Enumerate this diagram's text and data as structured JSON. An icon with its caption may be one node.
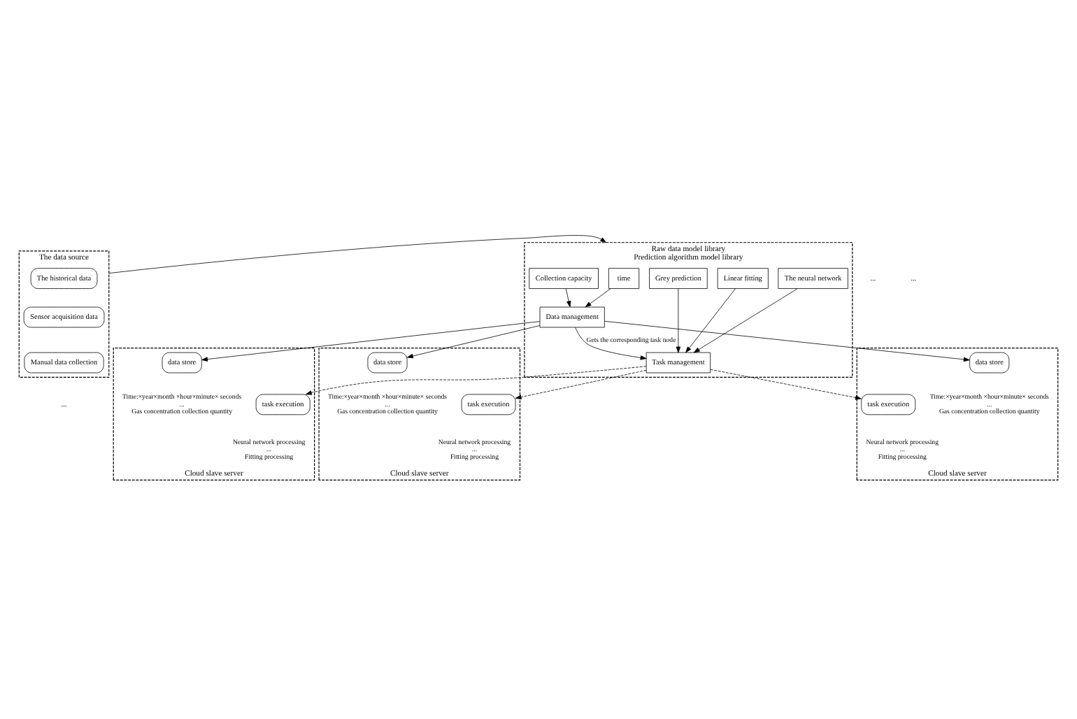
{
  "diagram": {
    "nodes": [
      {
        "text": [
          "The data source"
        ]
      },
      {
        "text": [
          "The historical data"
        ],
        "in": 0
      },
      {
        "text": [
          "Sensor acquisition data"
        ],
        "in": 0
      },
      {
        "text": [
          "Manual data collection"
        ],
        "in": 0
      },
      {
        "text": [
          "Raw data model library",
          "Prediction algorithm model library"
        ]
      },
      {
        "text": [
          "time"
        ],
        "in": 4
      },
      {
        "text": [
          "Collection capacity"
        ],
        "in": 4
      },
      {
        "text": [
          "The neural network"
        ],
        "in": 4
      },
      {
        "text": [
          "Linear fitting"
        ],
        "in": 4
      },
      {
        "text": [
          "Grey prediction"
        ],
        "in": 4
      },
      {
        "text": [
          "Data management"
        ],
        "in": 4
      },
      {
        "text": [
          "Task management"
        ],
        "in": 4
      },
      {
        "text": [
          "Cloud slave server"
        ]
      },
      {
        "text": [
          "data store"
        ],
        "in": 12,
        "beside": [
          "Time:×year×month ×hour×minute× seconds",
          "...",
          "Gas concentration collection quantity"
        ]
      },
      {
        "text": [
          "task execution"
        ],
        "in": 12,
        "beside": [
          "Neural network processing",
          "...",
          "Fitting processing"
        ]
      },
      {
        "text": [
          "Cloud slave server"
        ]
      },
      {
        "text": [
          "data store"
        ],
        "in": 15,
        "beside": [
          "Time:×year×month ×hour×minute× seconds",
          "...",
          "Gas concentration collection quantity"
        ]
      },
      {
        "text": [
          "task execution"
        ],
        "in": 15,
        "beside": [
          "Neural network processing",
          "...",
          "Fitting processing"
        ]
      },
      {
        "text": [
          "Cloud slave server"
        ]
      },
      {
        "text": [
          "data store"
        ],
        "in": 18,
        "beside": [
          "Time:×year×month ×hour×minute× seconds",
          "...",
          "Gas concentration collection quantity"
        ]
      },
      {
        "text": [
          "task execution"
        ],
        "in": 18,
        "beside": [
          "Neural network processing",
          "...",
          "Fitting processing"
        ]
      }
    ],
    "edges": [
      {
        "from": 0,
        "to": 4,
        "arrow": "to"
      },
      {
        "from": 5,
        "to": 10,
        "arrow": "to"
      },
      {
        "from": 6,
        "to": 10,
        "arrow": "to"
      },
      {
        "from": 7,
        "to": 11,
        "arrow": "to"
      },
      {
        "from": 8,
        "to": 11,
        "arrow": "to"
      },
      {
        "from": 9,
        "to": 11,
        "arrow": "to"
      },
      {
        "from": 10,
        "to": 11,
        "arrow": "to",
        "label": "Gets the corresponding task node"
      },
      {
        "from": 10,
        "to": 13,
        "arrow": "to"
      },
      {
        "from": 10,
        "to": 16,
        "arrow": "to"
      },
      {
        "from": 10,
        "to": 19,
        "arrow": "to"
      },
      {
        "from": 11,
        "to": 14,
        "arrow": "to",
        "style": "dashed"
      },
      {
        "from": 11,
        "to": 17,
        "arrow": "to",
        "style": "dashed"
      },
      {
        "from": 11,
        "to": 20,
        "arrow": "to",
        "style": "dashed"
      }
    ],
    "labels": [
      "...",
      "...",
      "..."
    ]
  }
}
